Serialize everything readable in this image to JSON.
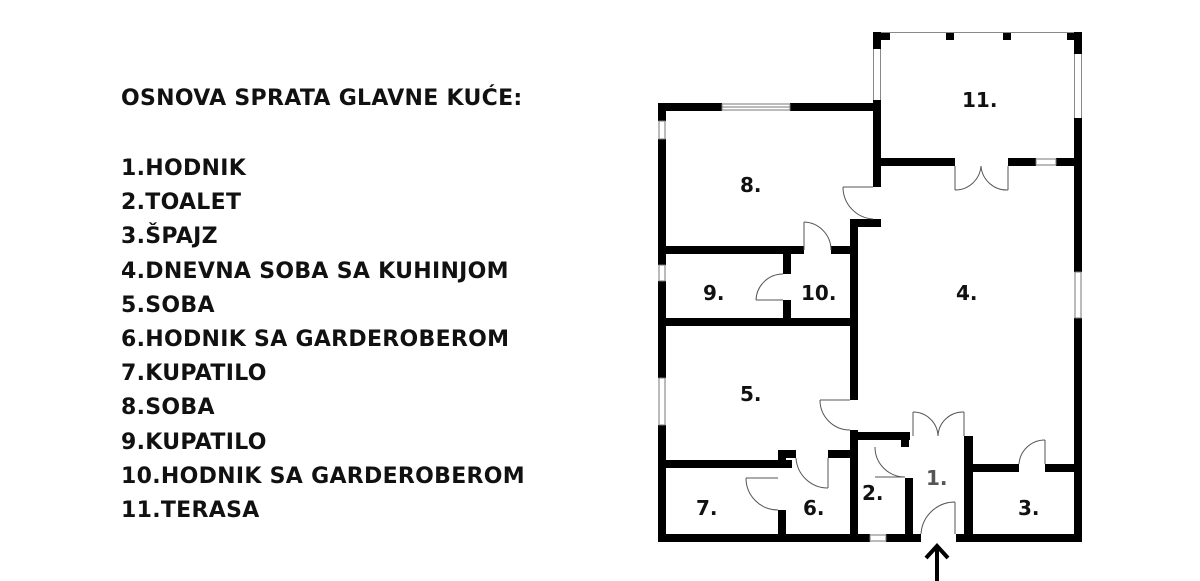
{
  "legend": {
    "title": "OSNOVA SPRATA GLAVNE KUĆE:",
    "items": [
      {
        "number": 1,
        "label": "1.HODNIK"
      },
      {
        "number": 2,
        "label": "2.TOALET"
      },
      {
        "number": 3,
        "label": "3.ŠPAJZ"
      },
      {
        "number": 4,
        "label": "4.DNEVNA SOBA SA KUHINJOM"
      },
      {
        "number": 5,
        "label": "5.SOBA"
      },
      {
        "number": 6,
        "label": "6.HODNIK SA GARDEROBEROM"
      },
      {
        "number": 7,
        "label": "7.KUPATILO"
      },
      {
        "number": 8,
        "label": "8.SOBA"
      },
      {
        "number": 9,
        "label": "9.KUPATILO"
      },
      {
        "number": 10,
        "label": "10.HODNIK SA GARDEROBEROM"
      },
      {
        "number": 11,
        "label": "11.TERASA"
      }
    ]
  },
  "floor_plan": {
    "wall_color": "#000000",
    "background_color": "#ffffff",
    "rooms": [
      {
        "id": 1,
        "label": "1."
      },
      {
        "id": 2,
        "label": "2."
      },
      {
        "id": 3,
        "label": "3."
      },
      {
        "id": 4,
        "label": "4."
      },
      {
        "id": 5,
        "label": "5."
      },
      {
        "id": 6,
        "label": "6."
      },
      {
        "id": 7,
        "label": "7."
      },
      {
        "id": 8,
        "label": "8."
      },
      {
        "id": 9,
        "label": "9."
      },
      {
        "id": 10,
        "label": "10."
      },
      {
        "id": 11,
        "label": "11."
      }
    ],
    "entrance_marker": "arrow-up"
  }
}
